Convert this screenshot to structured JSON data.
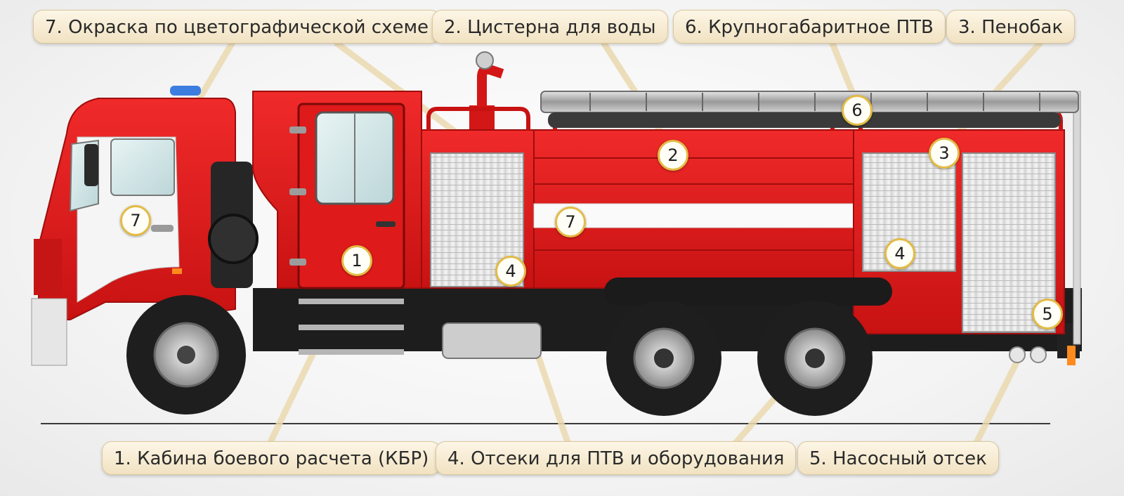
{
  "labels": {
    "l7": "7. Окраска по цветографической схеме",
    "l2": "2. Цистерна для воды",
    "l6": "6. Крупногабаритное ПТВ",
    "l3": "3. Пенобак",
    "l1": "1. Кабина боевого расчета (КБР)",
    "l4": "4. Отсеки для ПТВ и оборудования",
    "l5": "5. Насосный отсек"
  },
  "badges": {
    "b1": "1",
    "b2": "2",
    "b3": "3",
    "b4a": "4",
    "b4b": "4",
    "b5": "5",
    "b6": "6",
    "b7a": "7",
    "b7b": "7"
  },
  "colors": {
    "body_red": "#e01b1b",
    "dark_red": "#a80f0f",
    "label_bg": "#f6ead0",
    "badge_ring": "#e3bc45",
    "callout_line": "#ebd9b0"
  }
}
